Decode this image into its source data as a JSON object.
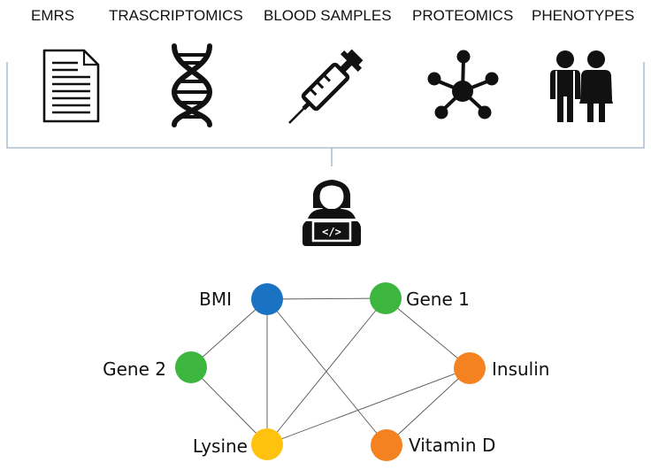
{
  "sources": [
    {
      "id": "emrs",
      "label": "EMRS",
      "icon": "document-icon"
    },
    {
      "id": "transcriptomics",
      "label": "TRASCRIPTOMICS",
      "icon": "dna-icon"
    },
    {
      "id": "blood",
      "label": "BLOOD SAMPLES",
      "icon": "syringe-icon"
    },
    {
      "id": "proteomics",
      "label": "PROTEOMICS",
      "icon": "molecule-icon"
    },
    {
      "id": "phenotypes",
      "label": "PHENOTYPES",
      "icon": "people-icon"
    }
  ],
  "analyst": {
    "icon": "developer-icon",
    "glyph": "</>"
  },
  "network": {
    "nodes": [
      {
        "id": "bmi",
        "label": "BMI",
        "color": "#1a73c2"
      },
      {
        "id": "gene1",
        "label": "Gene 1",
        "color": "#3db63f"
      },
      {
        "id": "gene2",
        "label": "Gene 2",
        "color": "#3db63f"
      },
      {
        "id": "insulin",
        "label": "Insulin",
        "color": "#f58220"
      },
      {
        "id": "lysine",
        "label": "Lysine",
        "color": "#ffc20e"
      },
      {
        "id": "vitamind",
        "label": "Vitamin D",
        "color": "#f58220"
      }
    ],
    "edges": [
      [
        "bmi",
        "gene1"
      ],
      [
        "bmi",
        "gene2"
      ],
      [
        "bmi",
        "lysine"
      ],
      [
        "bmi",
        "vitamind"
      ],
      [
        "gene1",
        "lysine"
      ],
      [
        "gene1",
        "insulin"
      ],
      [
        "gene2",
        "lysine"
      ],
      [
        "insulin",
        "lysine"
      ],
      [
        "insulin",
        "vitamind"
      ]
    ]
  }
}
